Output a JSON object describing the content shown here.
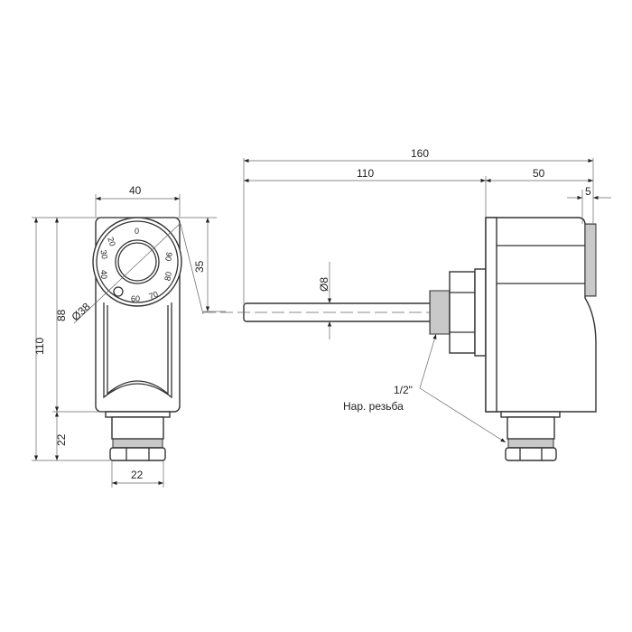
{
  "front_view": {
    "width_top": "40",
    "height_total": "110",
    "height_body": "88",
    "height_fitting": "22",
    "width_fitting": "22",
    "dial_diameter": "Ø38",
    "dial_center_offset": "35",
    "dial_scale": [
      "0",
      "20",
      "30",
      "40",
      "60",
      "70",
      "80",
      "90"
    ]
  },
  "side_view": {
    "length_total": "160",
    "length_probe": "110",
    "length_body": "50",
    "knob_depth": "5",
    "probe_diameter": "Ø8",
    "thread_size": "1/2\"",
    "thread_label": "Нар. резьба"
  }
}
